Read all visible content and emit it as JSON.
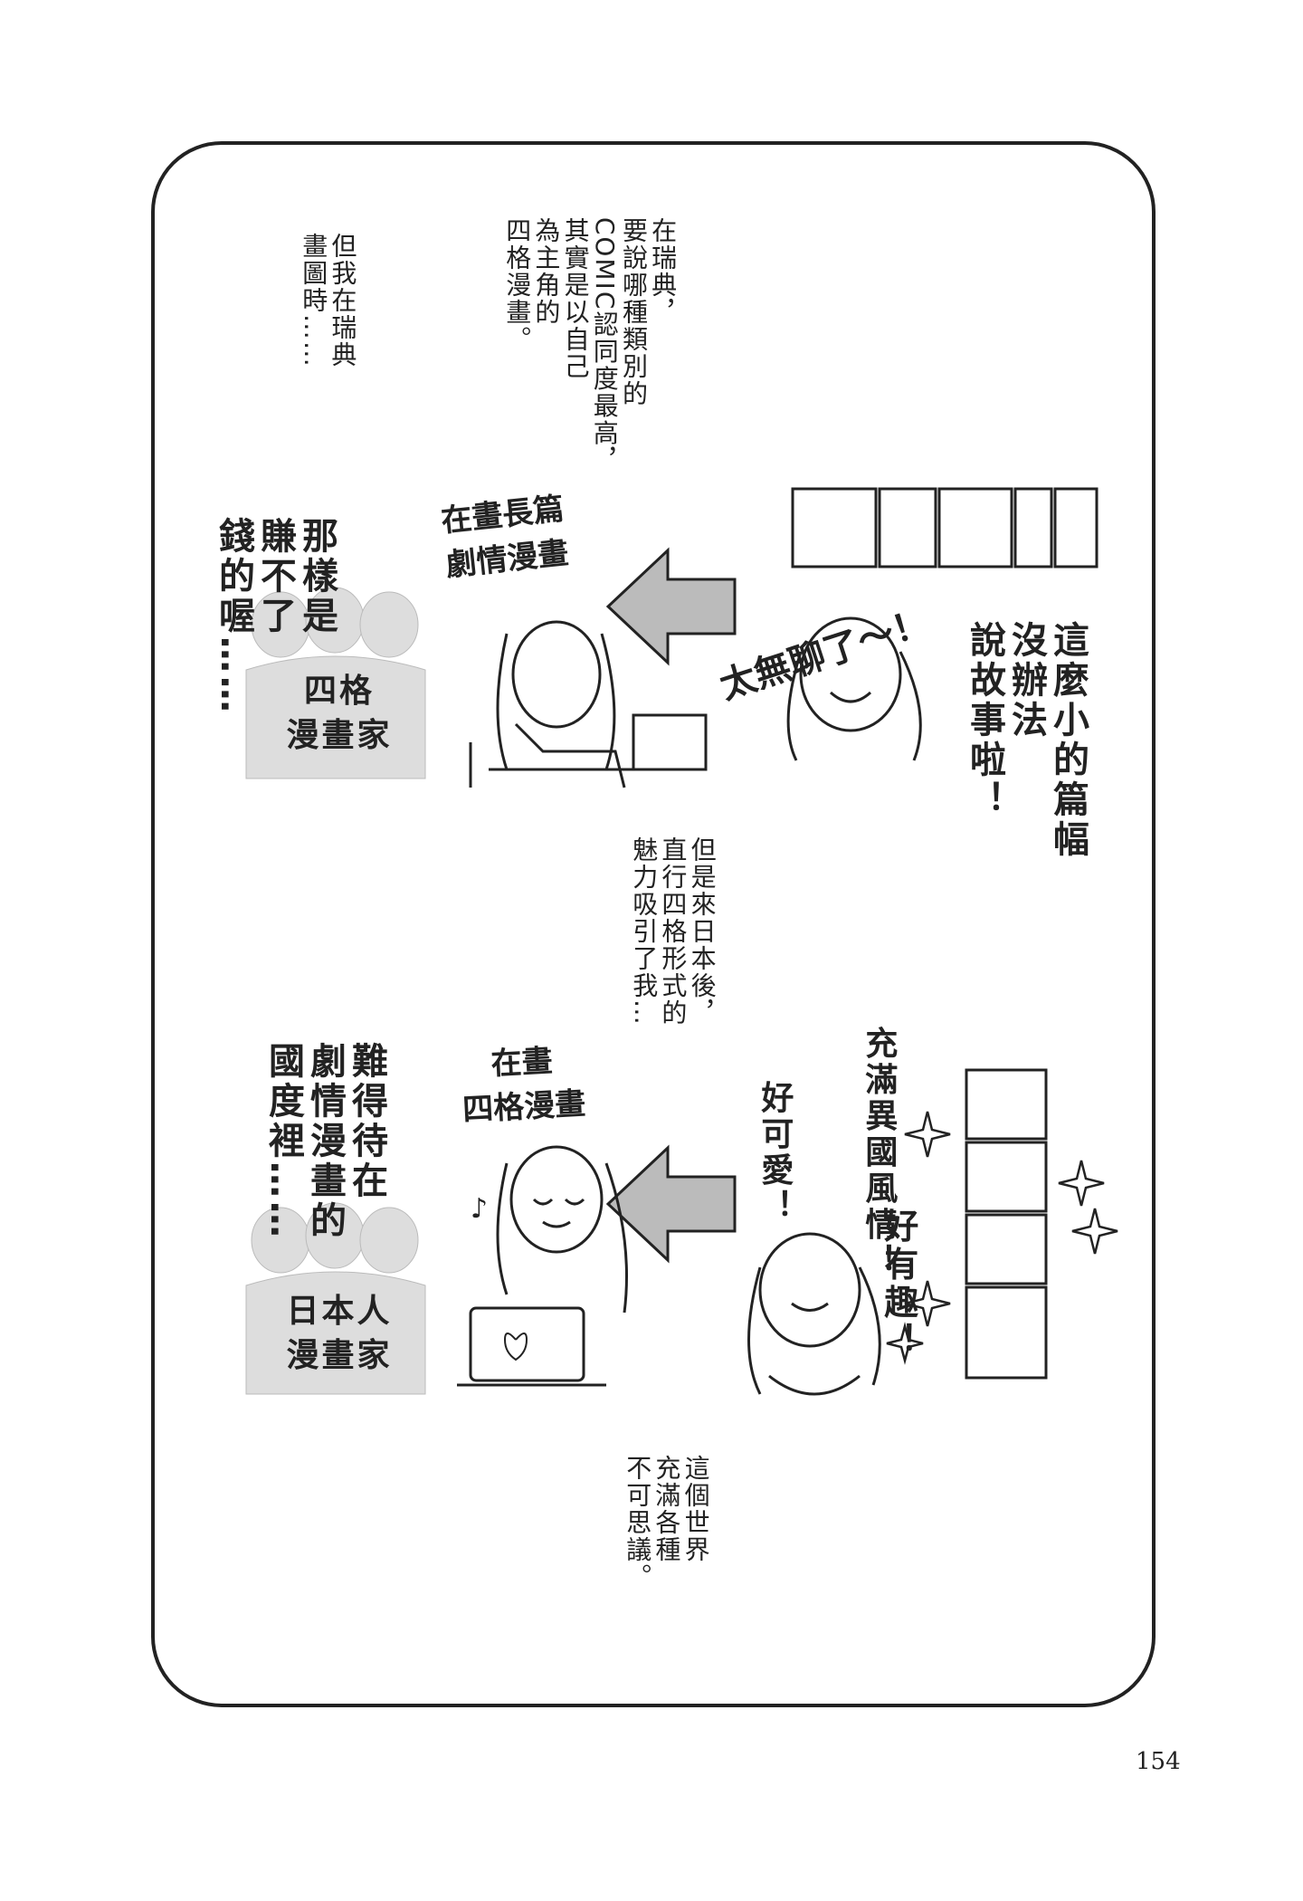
{
  "narration": {
    "intro_lines": [
      "在瑞典，",
      "要說哪種類別的",
      "COMIC認同度最高，",
      "其實是以自己",
      "為主角的",
      "四格漫畫。"
    ],
    "intro_continue": [
      "但我在瑞典",
      "畫圖時……"
    ],
    "middle": [
      "但是來日本後，",
      "直行四格形式的",
      "魅力吸引了我…"
    ],
    "closing": [
      "這個世界",
      "充滿各種",
      "不可思議。"
    ]
  },
  "top_scene": {
    "complaint": [
      "這麼小的篇幅",
      "沒辦法",
      "說故事啦！"
    ],
    "shout": "太無聊了～！",
    "drawing_label": [
      "在畫長篇",
      "劇情漫畫"
    ],
    "group_label": [
      "四格",
      "漫畫家"
    ],
    "group_remark": [
      "那樣是",
      "賺不了",
      "錢的喔……"
    ]
  },
  "bottom_scene": {
    "exotic": [
      "充滿異國風情！"
    ],
    "cute": [
      "好可愛！"
    ],
    "fun": [
      "好有趣！"
    ],
    "drawing_label": [
      "在畫",
      "四格漫畫"
    ],
    "group_label": [
      "日本人",
      "漫畫家"
    ],
    "group_remark": [
      "難得待在",
      "劇情漫畫的",
      "國度裡……"
    ]
  },
  "page_number": "154"
}
